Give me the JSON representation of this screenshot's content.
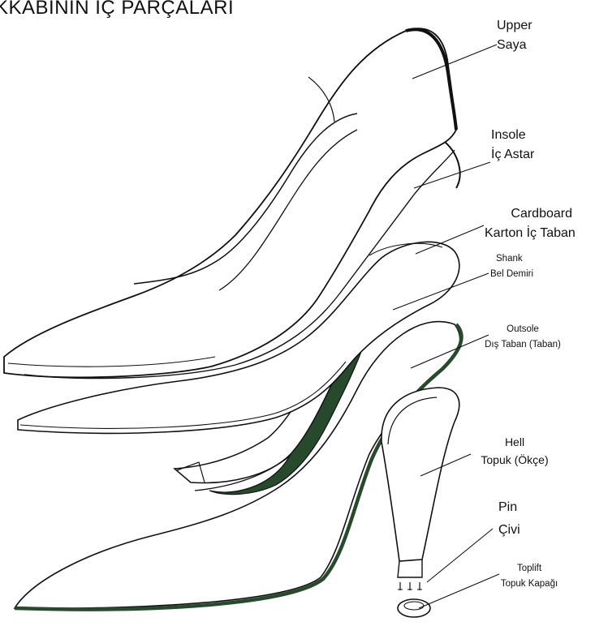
{
  "title": "KKABININ İÇ PARÇALARI",
  "colors": {
    "accent": "#274a2d",
    "line": "#111111",
    "background": "#ffffff"
  },
  "parts": [
    {
      "en": "Upper",
      "tr": "Saya"
    },
    {
      "en": "Insole",
      "tr": "İç Astar"
    },
    {
      "en": "Cardboard",
      "tr": "Karton İç Taban"
    },
    {
      "en": "Shank",
      "tr": "Bel Demiri"
    },
    {
      "en": "Outsole",
      "tr": "Dış Taban (Taban)"
    },
    {
      "en": "Hell",
      "tr": "Topuk (Ökçe)"
    },
    {
      "en": "Pin",
      "tr": "Çivi"
    },
    {
      "en": "Toplift",
      "tr": "Topuk Kapağı"
    }
  ]
}
